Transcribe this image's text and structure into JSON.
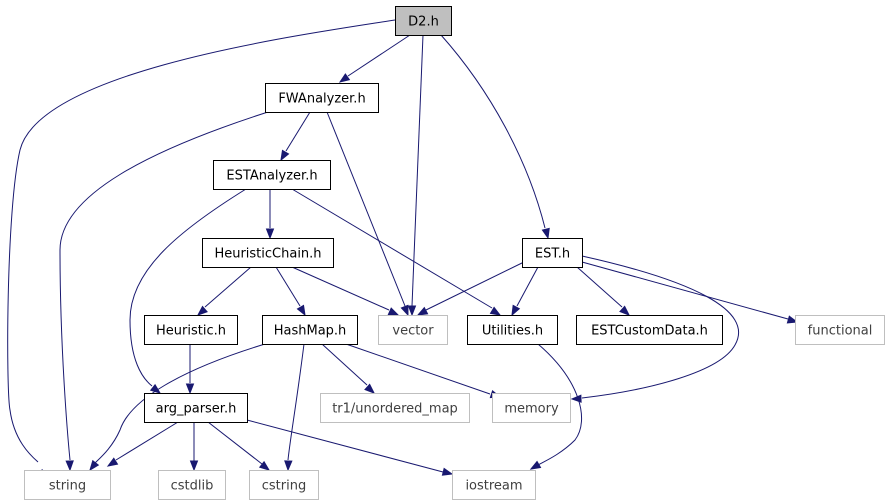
{
  "diagram": {
    "type": "include-dependency-graph",
    "colors": {
      "edge": "#191970",
      "root_fill": "#bfbfbf",
      "node_border": "#000000",
      "external_border": "#bfbfbf",
      "external_text": "#404040",
      "node_text": "#000000"
    },
    "nodes": {
      "d2": {
        "label": "D2.h",
        "kind": "root"
      },
      "fwanalyzer": {
        "label": "FWAnalyzer.h",
        "kind": "file"
      },
      "estanalyzer": {
        "label": "ESTAnalyzer.h",
        "kind": "file"
      },
      "heuristicchain": {
        "label": "HeuristicChain.h",
        "kind": "file"
      },
      "est": {
        "label": "EST.h",
        "kind": "file"
      },
      "heuristic": {
        "label": "Heuristic.h",
        "kind": "file"
      },
      "hashmap": {
        "label": "HashMap.h",
        "kind": "file"
      },
      "vector": {
        "label": "vector",
        "kind": "external"
      },
      "utilities": {
        "label": "Utilities.h",
        "kind": "file"
      },
      "estcustomdata": {
        "label": "ESTCustomData.h",
        "kind": "file"
      },
      "functional": {
        "label": "functional",
        "kind": "external"
      },
      "argparser": {
        "label": "arg_parser.h",
        "kind": "file"
      },
      "tr1map": {
        "label": "tr1/unordered_map",
        "kind": "external"
      },
      "memory": {
        "label": "memory",
        "kind": "external"
      },
      "string": {
        "label": "string",
        "kind": "external"
      },
      "cstdlib": {
        "label": "cstdlib",
        "kind": "external"
      },
      "cstring": {
        "label": "cstring",
        "kind": "external"
      },
      "iostream": {
        "label": "iostream",
        "kind": "external"
      }
    },
    "edges": [
      {
        "from": "d2",
        "to": "string"
      },
      {
        "from": "d2",
        "to": "fwanalyzer"
      },
      {
        "from": "d2",
        "to": "vector"
      },
      {
        "from": "d2",
        "to": "est"
      },
      {
        "from": "fwanalyzer",
        "to": "string"
      },
      {
        "from": "fwanalyzer",
        "to": "estanalyzer"
      },
      {
        "from": "fwanalyzer",
        "to": "vector"
      },
      {
        "from": "estanalyzer",
        "to": "argparser"
      },
      {
        "from": "estanalyzer",
        "to": "heuristicchain"
      },
      {
        "from": "estanalyzer",
        "to": "utilities"
      },
      {
        "from": "heuristicchain",
        "to": "heuristic"
      },
      {
        "from": "heuristicchain",
        "to": "hashmap"
      },
      {
        "from": "heuristicchain",
        "to": "vector"
      },
      {
        "from": "heuristic",
        "to": "argparser"
      },
      {
        "from": "hashmap",
        "to": "string"
      },
      {
        "from": "hashmap",
        "to": "cstring"
      },
      {
        "from": "hashmap",
        "to": "tr1map"
      },
      {
        "from": "hashmap",
        "to": "memory"
      },
      {
        "from": "est",
        "to": "vector"
      },
      {
        "from": "est",
        "to": "utilities"
      },
      {
        "from": "est",
        "to": "estcustomdata"
      },
      {
        "from": "est",
        "to": "functional"
      },
      {
        "from": "est",
        "to": "memory"
      },
      {
        "from": "utilities",
        "to": "iostream"
      },
      {
        "from": "argparser",
        "to": "string"
      },
      {
        "from": "argparser",
        "to": "cstdlib"
      },
      {
        "from": "argparser",
        "to": "cstring"
      },
      {
        "from": "argparser",
        "to": "iostream"
      }
    ]
  }
}
